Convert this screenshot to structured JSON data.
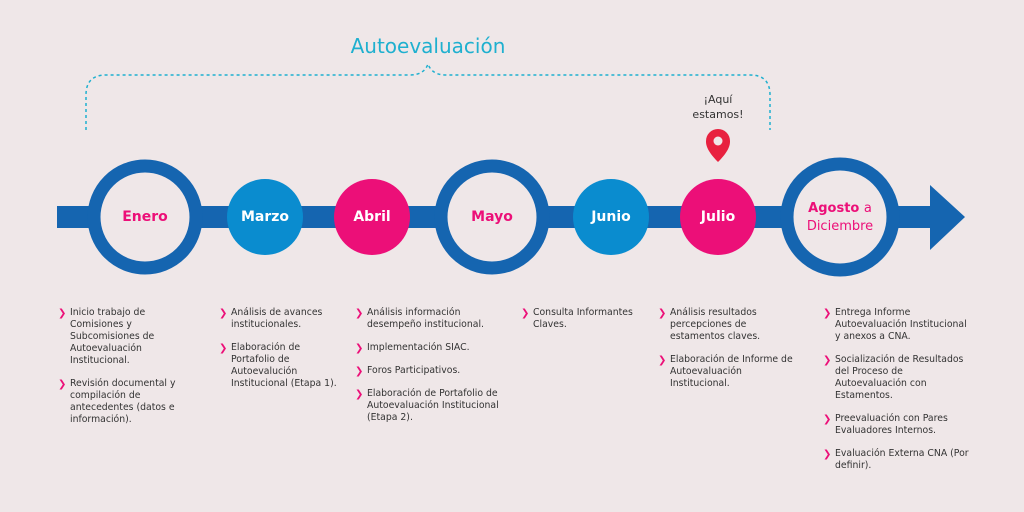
{
  "title": "Autoevaluación",
  "marker": {
    "line1": "¡Aquí",
    "line2": "estamos!"
  },
  "colors": {
    "dark_blue": "#1565b0",
    "light_blue": "#0a8ccf",
    "pink": "#ec0f78",
    "background": "#efe7e8",
    "cyan": "#1fb0cf"
  },
  "months": {
    "enero": "Enero",
    "marzo": "Marzo",
    "abril": "Abril",
    "mayo": "Mayo",
    "junio": "Junio",
    "julio": "Julio",
    "agosto": "Agosto",
    "agosto_a": "a",
    "diciembre": "Diciembre"
  },
  "columns": [
    {
      "items": [
        "Inicio trabajo de Comisiones y Subcomisiones de Autoevaluación Institucional.",
        "Revisión documental y compilación de antecedentes (datos e información)."
      ]
    },
    {
      "items": [
        "Análisis de avances institucionales.",
        "Elaboración de Portafolio de Autoevalución Institucional (Etapa 1)."
      ]
    },
    {
      "items": [
        "Análisis información desempeño institucional.",
        "Implementación SIAC.",
        "Foros Participativos.",
        "Elaboración de Portafolio de Autoevaluación Institucional (Etapa 2)."
      ]
    },
    {
      "items": [
        "Consulta Informantes Claves."
      ]
    },
    {
      "items": [
        "Análisis resultados percepciones de estamentos claves.",
        "Elaboración de Informe de Autoevaluación Institucional."
      ]
    },
    {
      "items": [
        "Entrega Informe Autoevaluación Institucional y anexos a CNA.",
        "Socialización de Resultados del Proceso de Autoevaluación con Estamentos.",
        "Preevaluación con Pares Evaluadores Internos.",
        "Evaluación Externa CNA (Por definir)."
      ]
    }
  ]
}
